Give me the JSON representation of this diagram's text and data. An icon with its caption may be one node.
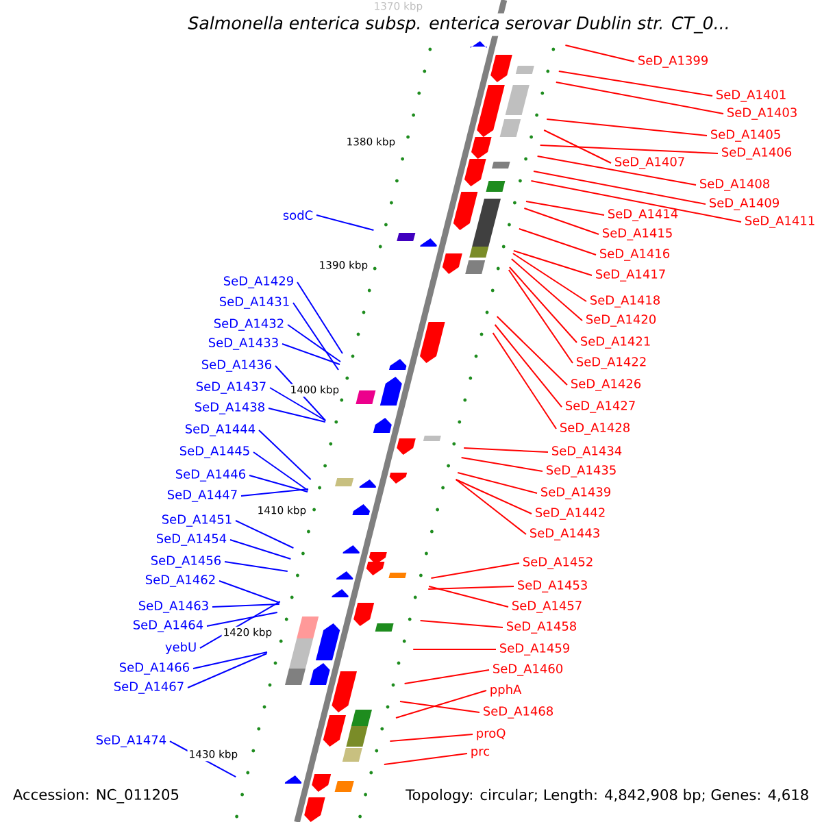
{
  "diagram": {
    "title": "Salmonella enterica subsp. enterica serovar Dublin str. CT_0...",
    "nodes": [
      {
        "text": [
          "SeD_A1399"
        ]
      },
      {
        "text": [
          "SeD_A1401"
        ]
      },
      {
        "text": [
          "SeD_A1403"
        ]
      },
      {
        "text": [
          "SeD_A1405"
        ]
      },
      {
        "text": [
          "SeD_A1407"
        ]
      },
      {
        "text": [
          "SeD_A1406"
        ]
      },
      {
        "text": [
          "SeD_A1408"
        ]
      },
      {
        "text": [
          "SeD_A1409"
        ]
      },
      {
        "text": [
          "SeD_A1411"
        ]
      },
      {
        "text": [
          "SeD_A1414"
        ]
      },
      {
        "text": [
          "SeD_A1415"
        ]
      },
      {
        "text": [
          "SeD_A1416"
        ]
      },
      {
        "text": [
          "SeD_A1417"
        ]
      },
      {
        "text": [
          "SeD_A1418"
        ]
      },
      {
        "text": [
          "SeD_A1420"
        ]
      },
      {
        "text": [
          "SeD_A1421"
        ]
      },
      {
        "text": [
          "SeD_A1422"
        ]
      },
      {
        "text": [
          "SeD_A1426"
        ]
      },
      {
        "text": [
          "SeD_A1427"
        ]
      },
      {
        "text": [
          "SeD_A1428"
        ]
      },
      {
        "text": [
          "SeD_A1434"
        ]
      },
      {
        "text": [
          "SeD_A1435"
        ]
      },
      {
        "text": [
          "SeD_A1439"
        ]
      },
      {
        "text": [
          "SeD_A1442"
        ]
      },
      {
        "text": [
          "SeD_A1443"
        ]
      },
      {
        "text": [
          "SeD_A1452"
        ]
      },
      {
        "text": [
          "SeD_A1453"
        ]
      },
      {
        "text": [
          "SeD_A1457"
        ]
      },
      {
        "text": [
          "SeD_A1458"
        ]
      },
      {
        "text": [
          "SeD_A1459"
        ]
      },
      {
        "text": [
          "SeD_A1460"
        ]
      },
      {
        "text": [
          "pphA"
        ]
      },
      {
        "text": [
          "SeD_A1468"
        ]
      },
      {
        "text": [
          "proQ"
        ]
      },
      {
        "text": [
          "prc"
        ]
      },
      {
        "text": [
          "sodC"
        ]
      },
      {
        "text": [
          "SeD_A1429"
        ]
      },
      {
        "text": [
          "SeD_A1431"
        ]
      },
      {
        "text": [
          "SeD_A1432"
        ]
      },
      {
        "text": [
          "SeD_A1433"
        ]
      },
      {
        "text": [
          "SeD_A1436"
        ]
      },
      {
        "text": [
          "SeD_A1437"
        ]
      },
      {
        "text": [
          "SeD_A1438"
        ]
      },
      {
        "text": [
          "SeD_A1444"
        ]
      },
      {
        "text": [
          "SeD_A1445"
        ]
      },
      {
        "text": [
          "SeD_A1446"
        ]
      },
      {
        "text": [
          "SeD_A1447"
        ]
      },
      {
        "text": [
          "SeD_A1451"
        ]
      },
      {
        "text": [
          "SeD_A1454"
        ]
      },
      {
        "text": [
          "SeD_A1456"
        ]
      },
      {
        "text": [
          "SeD_A1462"
        ]
      },
      {
        "text": [
          "SeD_A1463"
        ]
      },
      {
        "text": [
          "SeD_A1464"
        ]
      },
      {
        "text": [
          "yebU"
        ]
      },
      {
        "text": [
          "SeD_A1466"
        ]
      },
      {
        "text": [
          "SeD_A1467"
        ]
      },
      {
        "text": [
          "SeD_A1474"
        ]
      }
    ],
    "edges": [
      {
        "from": 0,
        "to": null,
        "arrow": "none"
      },
      {
        "from": 1,
        "to": null,
        "arrow": "none"
      },
      {
        "from": 2,
        "to": null,
        "arrow": "none"
      },
      {
        "from": 3,
        "to": null,
        "arrow": "none"
      },
      {
        "from": 4,
        "to": null,
        "arrow": "none"
      },
      {
        "from": 5,
        "to": null,
        "arrow": "none"
      },
      {
        "from": 6,
        "to": null,
        "arrow": "none"
      },
      {
        "from": 7,
        "to": null,
        "arrow": "none"
      },
      {
        "from": 8,
        "to": null,
        "arrow": "none"
      },
      {
        "from": 9,
        "to": null,
        "arrow": "none"
      },
      {
        "from": 10,
        "to": null,
        "arrow": "none"
      },
      {
        "from": 11,
        "to": null,
        "arrow": "none"
      },
      {
        "from": 12,
        "to": null,
        "arrow": "none"
      },
      {
        "from": 13,
        "to": null,
        "arrow": "none"
      },
      {
        "from": 14,
        "to": null,
        "arrow": "none"
      },
      {
        "from": 15,
        "to": null,
        "arrow": "none"
      },
      {
        "from": 16,
        "to": null,
        "arrow": "none"
      },
      {
        "from": 17,
        "to": null,
        "arrow": "none"
      },
      {
        "from": 18,
        "to": null,
        "arrow": "none"
      },
      {
        "from": 19,
        "to": null,
        "arrow": "none"
      },
      {
        "from": 20,
        "to": null,
        "arrow": "none"
      },
      {
        "from": 21,
        "to": null,
        "arrow": "none"
      },
      {
        "from": 22,
        "to": null,
        "arrow": "none"
      },
      {
        "from": 23,
        "to": null,
        "arrow": "none"
      },
      {
        "from": 24,
        "to": null,
        "arrow": "none"
      },
      {
        "from": 25,
        "to": null,
        "arrow": "none"
      },
      {
        "from": 26,
        "to": null,
        "arrow": "none"
      },
      {
        "from": 27,
        "to": null,
        "arrow": "none"
      },
      {
        "from": 28,
        "to": null,
        "arrow": "none"
      },
      {
        "from": 29,
        "to": null,
        "arrow": "none"
      },
      {
        "from": 30,
        "to": null,
        "arrow": "none"
      },
      {
        "from": 31,
        "to": null,
        "arrow": "none"
      },
      {
        "from": 32,
        "to": null,
        "arrow": "none"
      },
      {
        "from": 33,
        "to": null,
        "arrow": "none"
      },
      {
        "from": 34,
        "to": null,
        "arrow": "none"
      },
      {
        "from": 35,
        "to": null,
        "arrow": "none",
        "color": "#0000ff"
      },
      {
        "from": 36,
        "to": null,
        "arrow": "none",
        "color": "#0000ff"
      },
      {
        "from": 37,
        "to": null,
        "arrow": "none",
        "color": "#0000ff"
      },
      {
        "from": 38,
        "to": null,
        "arrow": "none",
        "color": "#0000ff"
      },
      {
        "from": 39,
        "to": null,
        "arrow": "none",
        "color": "#0000ff"
      },
      {
        "from": 40,
        "to": null,
        "arrow": "none",
        "color": "#0000ff"
      },
      {
        "from": 41,
        "to": null,
        "arrow": "none",
        "color": "#0000ff"
      },
      {
        "from": 42,
        "to": null,
        "arrow": "none",
        "color": "#0000ff"
      },
      {
        "from": 43,
        "to": null,
        "arrow": "none",
        "color": "#0000ff"
      },
      {
        "from": 44,
        "to": null,
        "arrow": "none",
        "color": "#0000ff"
      },
      {
        "from": 45,
        "to": null,
        "arrow": "none",
        "color": "#0000ff"
      },
      {
        "from": 46,
        "to": null,
        "arrow": "none",
        "color": "#0000ff"
      },
      {
        "from": 47,
        "to": null,
        "arrow": "none",
        "color": "#0000ff"
      },
      {
        "from": 48,
        "to": null,
        "arrow": "none",
        "color": "#0000ff"
      },
      {
        "from": 49,
        "to": null,
        "arrow": "none",
        "color": "#0000ff"
      },
      {
        "from": 50,
        "to": null,
        "arrow": "none",
        "color": "#0000ff"
      },
      {
        "from": 51,
        "to": null,
        "arrow": "none",
        "color": "#0000ff"
      },
      {
        "from": 52,
        "to": null,
        "arrow": "none",
        "color": "#0000ff"
      },
      {
        "from": 53,
        "to": null,
        "arrow": "none",
        "color": "#0000ff"
      },
      {
        "from": 54,
        "to": null,
        "arrow": "none",
        "color": "#0000ff"
      },
      {
        "from": 55,
        "to": null,
        "arrow": "none",
        "color": "#0000ff"
      },
      {
        "from": 56,
        "to": null,
        "arrow": "none",
        "color": "#0000ff"
      }
    ],
    "labels": [
      "1370 kbp",
      "1380 kbp",
      "1390 kbp",
      "1400 kbp",
      "1410 kbp",
      "1420 kbp",
      "1430 kbp",
      "Accession: NC_011205",
      "Topology: circular; Length: 4,842,908 bp; Genes: 4,618"
    ]
  }
}
